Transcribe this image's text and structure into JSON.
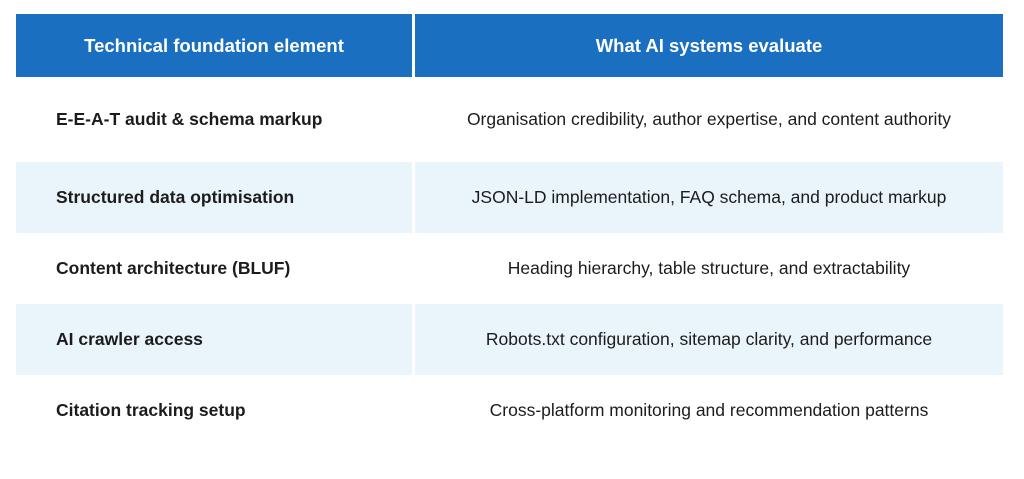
{
  "colors": {
    "header_bg": "#1b6fc1",
    "header_text": "#ffffff",
    "alt_row_bg": "#e9f4fb",
    "body_text": "#1c1c1c"
  },
  "table": {
    "columns": [
      "Technical foundation element",
      "What AI systems evaluate"
    ],
    "rows": [
      {
        "element": "E-E-A-T audit & schema markup",
        "evaluation": "Organisation credibility, author expertise, and content authority"
      },
      {
        "element": "Structured data optimisation",
        "evaluation": "JSON-LD implementation, FAQ schema, and product markup"
      },
      {
        "element": "Content architecture (BLUF)",
        "evaluation": "Heading hierarchy, table structure, and extractability"
      },
      {
        "element": "AI crawler access",
        "evaluation": "Robots.txt configuration, sitemap clarity, and performance"
      },
      {
        "element": "Citation tracking setup",
        "evaluation": "Cross-platform monitoring and recommendation patterns"
      }
    ]
  },
  "chart_data": {
    "type": "table",
    "title": "",
    "columns": [
      "Technical foundation element",
      "What AI systems evaluate"
    ],
    "rows": [
      [
        "E-E-A-T audit & schema markup",
        "Organisation credibility, author expertise, and content authority"
      ],
      [
        "Structured data optimisation",
        "JSON-LD implementation, FAQ schema, and product markup"
      ],
      [
        "Content architecture (BLUF)",
        "Heading hierarchy, table structure, and extractability"
      ],
      [
        "AI crawler access",
        "Robots.txt configuration, sitemap clarity, and performance"
      ],
      [
        "Citation tracking setup",
        "Cross-platform monitoring and recommendation patterns"
      ]
    ],
    "layout": {
      "header_fill": "#1b6fc1",
      "alternating_row_fill": "#e9f4fb",
      "column_divider_gap": true
    }
  }
}
